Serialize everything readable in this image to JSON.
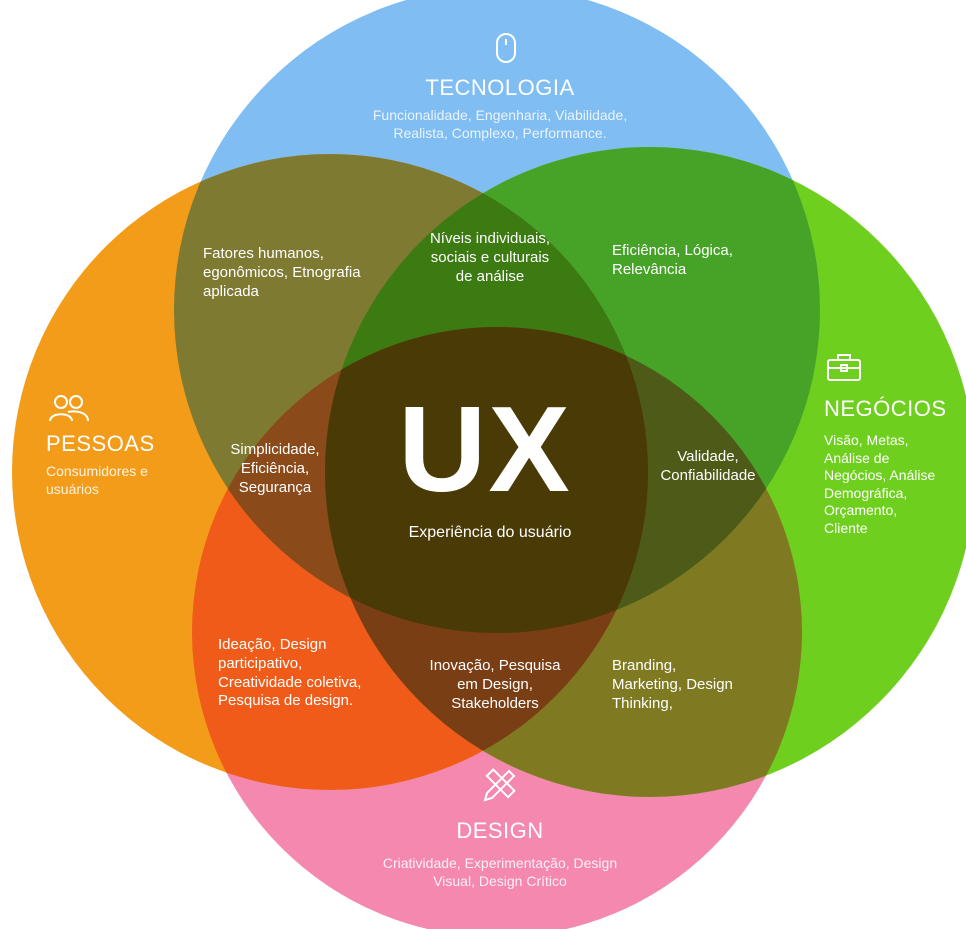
{
  "colors": {
    "tecnologia": "#7fbdf2",
    "negocios": "#6fcf1f",
    "pessoas": "#f39c1a",
    "design": "#f488ae",
    "tec_pessoas": "#7f7a32",
    "tec_neg": "#47a328",
    "pes_des": "#f05b19",
    "neg_des": "#7f7a22",
    "center": "#4a3a06",
    "left_triple": "#8a4a1a",
    "right_triple": "#4e5a18",
    "top_triple": "#3c7a12",
    "bottom_triple": "#7a3e14"
  },
  "tecnologia": {
    "title": "TECNOLOGIA",
    "desc_line1": "Funcionalidade, Engenharia, Viabilidade,",
    "desc_line2": "Realista, Complexo, Performance.",
    "icon": "mouse-icon"
  },
  "pessoas": {
    "title": "PESSOAS",
    "desc_line1": "Consumidores e",
    "desc_line2": "usuários",
    "icon": "users-icon"
  },
  "negocios": {
    "title": "NEGÓCIOS",
    "lines": [
      "Visão, Metas,",
      "Análise de",
      "Negócios, Análise",
      "Demográfica,",
      "Orçamento,",
      "Cliente"
    ],
    "icon": "briefcase-icon"
  },
  "design": {
    "title": "DESIGN",
    "desc_line1": "Criatividade, Experimentação, Design",
    "desc_line2": "Visual, Design Crítico",
    "icon": "pencil-ruler-icon"
  },
  "overlaps": {
    "tec_pessoas": [
      "Fatores humanos,",
      "egonômicos, Etnografia",
      "aplicada"
    ],
    "tec_top": [
      "Níveis individuais,",
      "sociais e culturais",
      "de análise"
    ],
    "tec_negocios": [
      "Eficiência, Lógica,",
      "Relevância"
    ],
    "left_triple": [
      "Simplicidade,",
      "Eficiência,",
      "Segurança"
    ],
    "right_triple": [
      "Validade,",
      "Confiabilidade"
    ],
    "pessoas_design": [
      "Ideação, Design",
      "participativo,",
      "Creatividade coletiva,",
      "Pesquisa de design."
    ],
    "bottom_triple": [
      "Inovação, Pesquisa",
      "em Design,",
      "Stakeholders"
    ],
    "negocios_design": [
      "Branding,",
      "Marketing, Design",
      "Thinking,"
    ]
  },
  "center": {
    "title": "UX",
    "subtitle": "Experiência do usuário"
  }
}
